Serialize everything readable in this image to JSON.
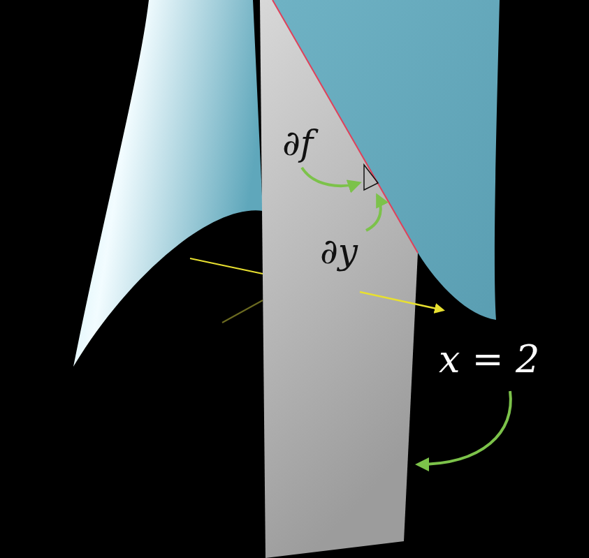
{
  "diagram": {
    "labels": [
      "∂f",
      "∂y",
      "x = 2"
    ]
  }
}
